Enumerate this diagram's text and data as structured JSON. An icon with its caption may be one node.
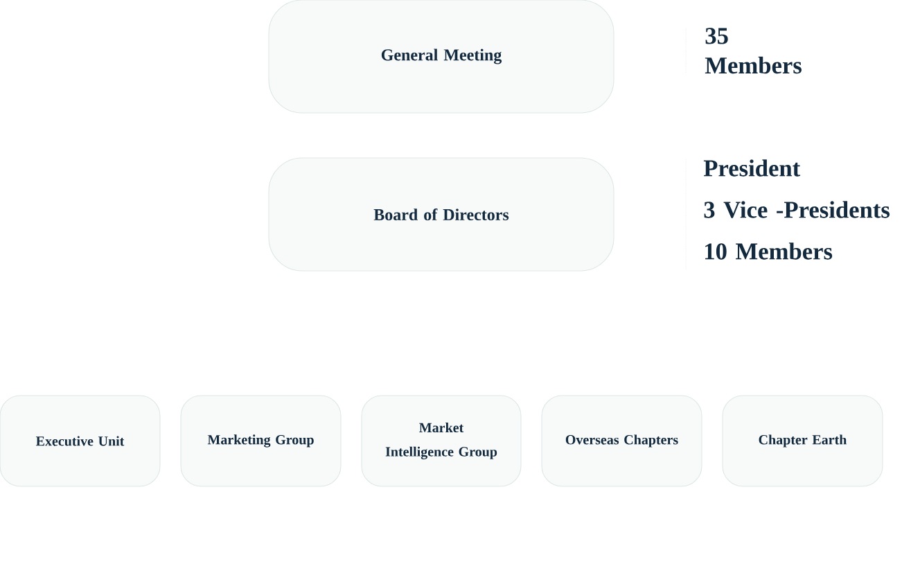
{
  "diagram": {
    "nodes": [
      {
        "text": [
          "General Meeting"
        ],
        "beside": [
          "35 Members"
        ]
      },
      {
        "text": [
          "Board of Directors"
        ],
        "beside": [
          "President",
          "3 Vice -Presidents",
          "10 Members"
        ]
      },
      {
        "text": [
          "Executive Unit"
        ]
      },
      {
        "text": [
          "Marketing Group"
        ]
      },
      {
        "text": [
          "Market Intelligence Group"
        ]
      },
      {
        "text": [
          "Overseas Chapters"
        ]
      },
      {
        "text": [
          "Chapter Earth"
        ]
      }
    ]
  }
}
